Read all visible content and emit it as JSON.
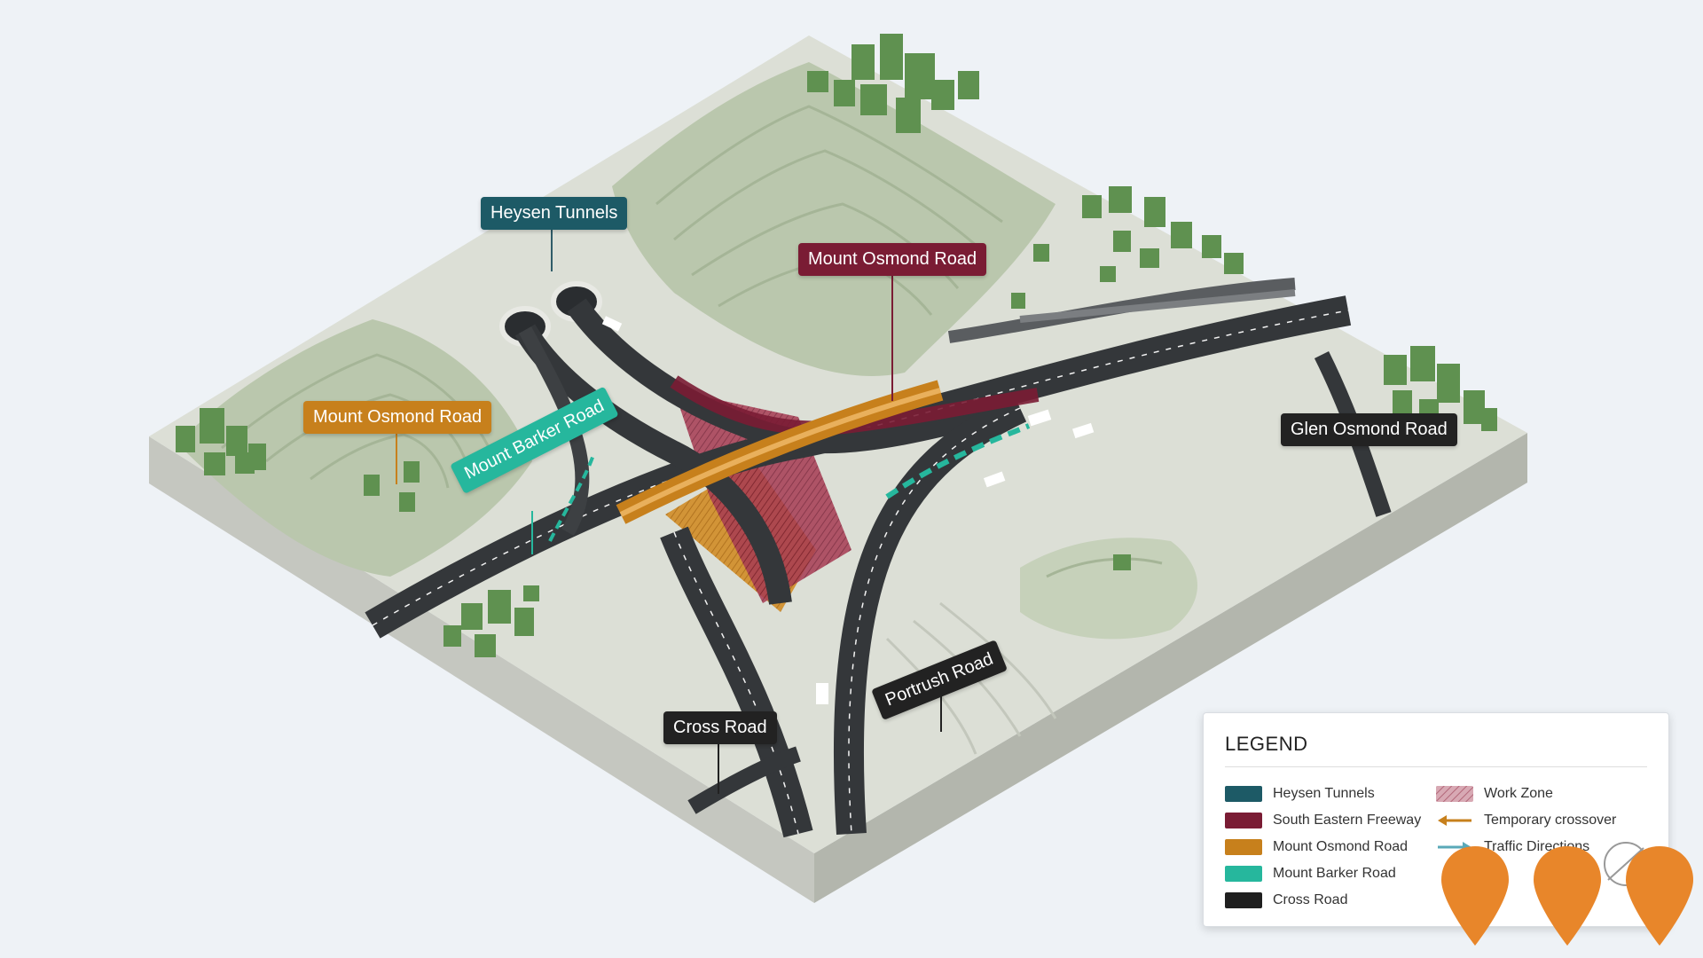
{
  "labels": {
    "heysen_tunnels": "Heysen Tunnels",
    "mount_osmond_road_right": "Mount Osmond Road",
    "mount_osmond_road_left": "Mount Osmond Road",
    "mount_barker_road": "Mount Barker Road",
    "glen_osmond_road": "Glen Osmond Road",
    "cross_road": "Cross Road",
    "portrush_road": "Portrush Road"
  },
  "legend": {
    "title": "LEGEND",
    "items": [
      {
        "label": "Heysen Tunnels",
        "color": "#1d5a66"
      },
      {
        "label": "South Eastern Freeway",
        "color": "#7a1c34"
      },
      {
        "label": "Mount Osmond Road",
        "color": "#c7801c"
      },
      {
        "label": "Mount Barker Road",
        "color": "#26b79d"
      },
      {
        "label": "Cross Road",
        "color": "#1f1f1f"
      },
      {
        "label": "Work Zone",
        "color": "#c98a9a"
      },
      {
        "label": "Temporary crossover",
        "color": "#c7801c"
      },
      {
        "label": "Traffic Directions",
        "color": "#5aa9b8"
      }
    ]
  },
  "colors": {
    "heysen": "#1d5a66",
    "freeway": "#7a1c34",
    "mount_osmond": "#c7801c",
    "mount_barker": "#26b79d",
    "cross_road": "#1f1f1f",
    "pin": "#e8862a",
    "terrain": "#dcdfd6",
    "hill": "#bac7ad"
  },
  "icons": {
    "pins": [
      "map-pin-icon",
      "map-pin-icon",
      "map-pin-icon"
    ],
    "compass": "compass-icon"
  }
}
